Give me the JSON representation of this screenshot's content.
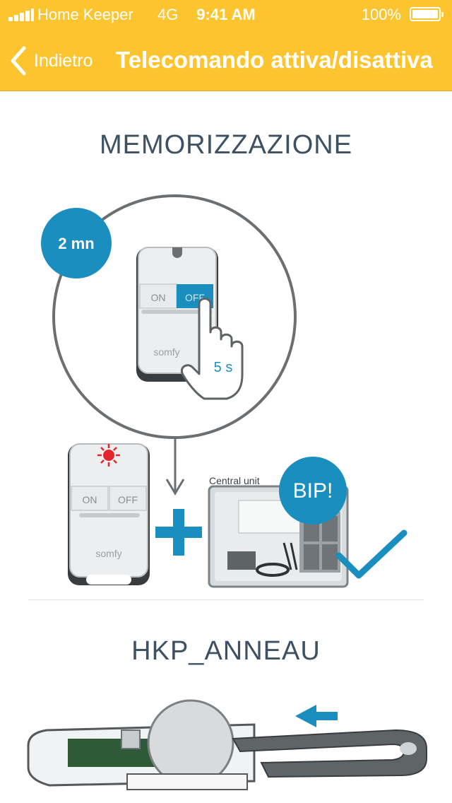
{
  "status_bar": {
    "carrier": "Home Keeper",
    "network": "4G",
    "time": "9:41 AM",
    "battery": "100%"
  },
  "nav": {
    "back_label": "Indietro",
    "title": "Telecomando attiva/disattiva"
  },
  "sections": [
    {
      "title": "MEMORIZZAZIONE",
      "badge": "2 mn",
      "remote_on": "ON",
      "remote_off": "OFF",
      "brand": "somfy",
      "hold_time": "5 s",
      "unit_label": "Central unit",
      "beep": "BIP!",
      "colors": {
        "accent": "#1b8ec0",
        "led": "#e3262d"
      }
    },
    {
      "title": "HKP_ANNEAU"
    }
  ],
  "colors": {
    "header": "#fcc52f",
    "title_text": "#3d5163"
  }
}
